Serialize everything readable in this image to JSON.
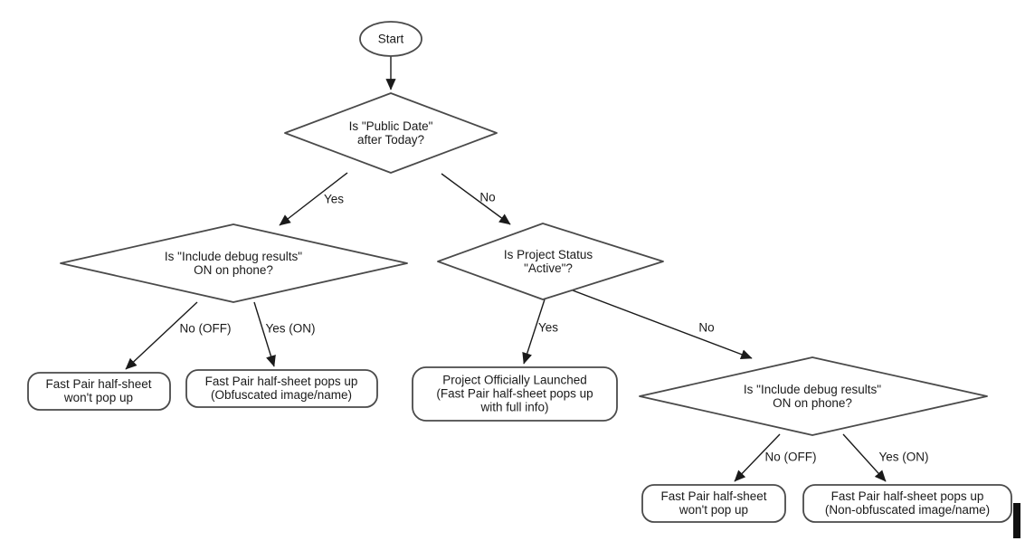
{
  "flowchart": {
    "nodes": {
      "start": "Start",
      "decision_public_date": "Is \"Public Date\"\nafter Today?",
      "decision_debug_left": "Is \"Include debug results\"\nON on phone?",
      "decision_project_status": "Is Project Status\n\"Active\"?",
      "decision_debug_right": "Is \"Include debug results\"\nON on phone?",
      "outcome_no_popup_left": "Fast Pair half-sheet\nwon't pop up",
      "outcome_obfuscated": "Fast Pair half-sheet pops up\n(Obfuscated image/name)",
      "outcome_launched": "Project Officially Launched\n(Fast Pair half-sheet pops up\nwith full info)",
      "outcome_no_popup_right": "Fast Pair half-sheet\nwon't pop up",
      "outcome_non_obfuscated": "Fast Pair half-sheet pops up\n(Non-obfuscated image/name)"
    },
    "edge_labels": {
      "public_date_yes": "Yes",
      "public_date_no": "No",
      "debug_left_no": "No (OFF)",
      "debug_left_yes": "Yes (ON)",
      "status_yes": "Yes",
      "status_no": "No",
      "debug_right_no": "No (OFF)",
      "debug_right_yes": "Yes (ON)"
    },
    "colors": {
      "shape_stroke": "#4a4a4a",
      "arrow": "#1a1a1a",
      "text": "#1a1a1a",
      "background": "#ffffff",
      "cursor_artifact": "#111111"
    }
  }
}
